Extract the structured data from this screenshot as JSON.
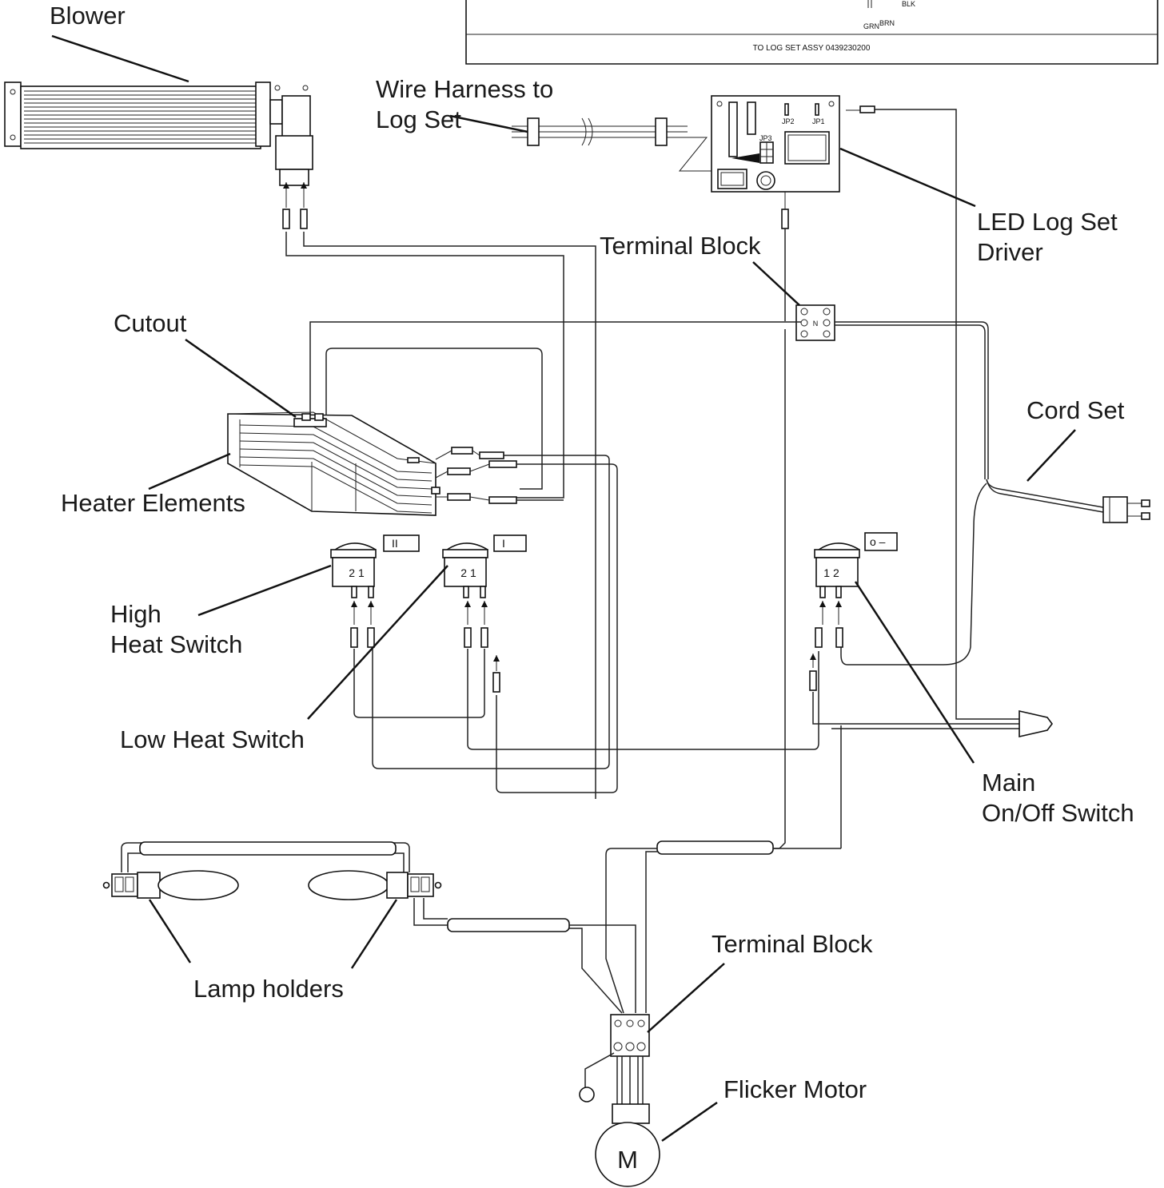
{
  "labels": {
    "blower": "Blower",
    "wire_harness_line1": "Wire Harness to",
    "wire_harness_line2": "Log Set",
    "led_driver_line1": "LED Log Set",
    "led_driver_line2": "Driver",
    "terminal_block_top": "Terminal Block",
    "cutout": "Cutout",
    "cord_set": "Cord Set",
    "heater_elements": "Heater Elements",
    "high_heat_line1": "High",
    "high_heat_line2": "Heat Switch",
    "low_heat_switch": "Low Heat Switch",
    "main_line1": "Main",
    "main_line2": "On/Off Switch",
    "lamp_holders": "Lamp holders",
    "terminal_block_bottom": "Terminal Block",
    "flicker_motor": "Flicker Motor"
  },
  "inset": {
    "caption": "TO LOG SET ASSY 0439230200",
    "wire_grn": "GRN",
    "wire_brn": "BRN",
    "wire_blk": "BLK"
  },
  "switch_marks": {
    "high_symbol": "II",
    "low_symbol": "I",
    "main_symbol": "o  –",
    "high_terminals": "2 1",
    "low_terminals": "2 1",
    "main_terminals": "1 2"
  },
  "board": {
    "jp2": "JP2",
    "jp1": "JP1",
    "jp3": "JP3"
  },
  "terminal_block_mark": "N",
  "motor_symbol": "M"
}
